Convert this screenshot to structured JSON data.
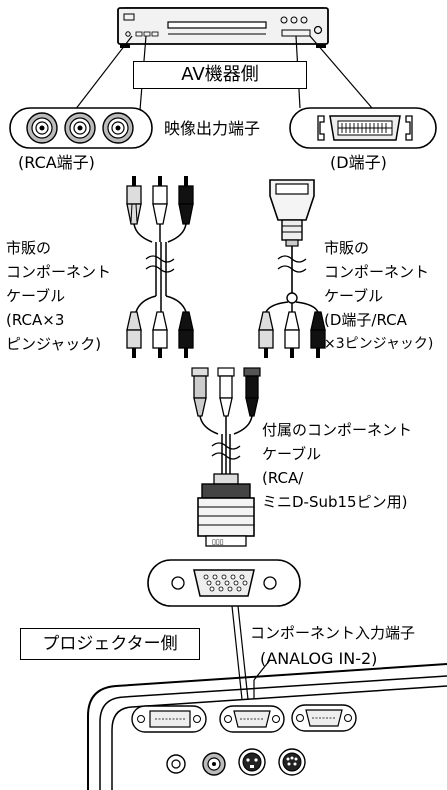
{
  "labels": {
    "av_side": "AV機器側",
    "video_out": "映像出力端子",
    "rca_jack": "(RCA端子)",
    "d_jack": "(D端子)",
    "left_cable": [
      "市販の",
      "コンポーネント",
      "ケーブル",
      "(RCA×3",
      "ピンジャック)"
    ],
    "right_cable": [
      "市販の",
      "コンポーネント",
      "ケーブル",
      "(D端子/RCA",
      "×3ピンジャック)"
    ],
    "supplied_cable": [
      "付属のコンポーネント",
      "ケーブル",
      "(RCA/",
      "ミニD-Sub15ピン用)"
    ],
    "projector_side": "プロジェクター側",
    "component_in": "コンポーネント入力端子",
    "analog_in": "(ANALOG IN-2)"
  },
  "colors": {
    "ink": "#000000",
    "dark": "#111111",
    "grey": "#bcbcbc",
    "light": "#eeeeee"
  }
}
